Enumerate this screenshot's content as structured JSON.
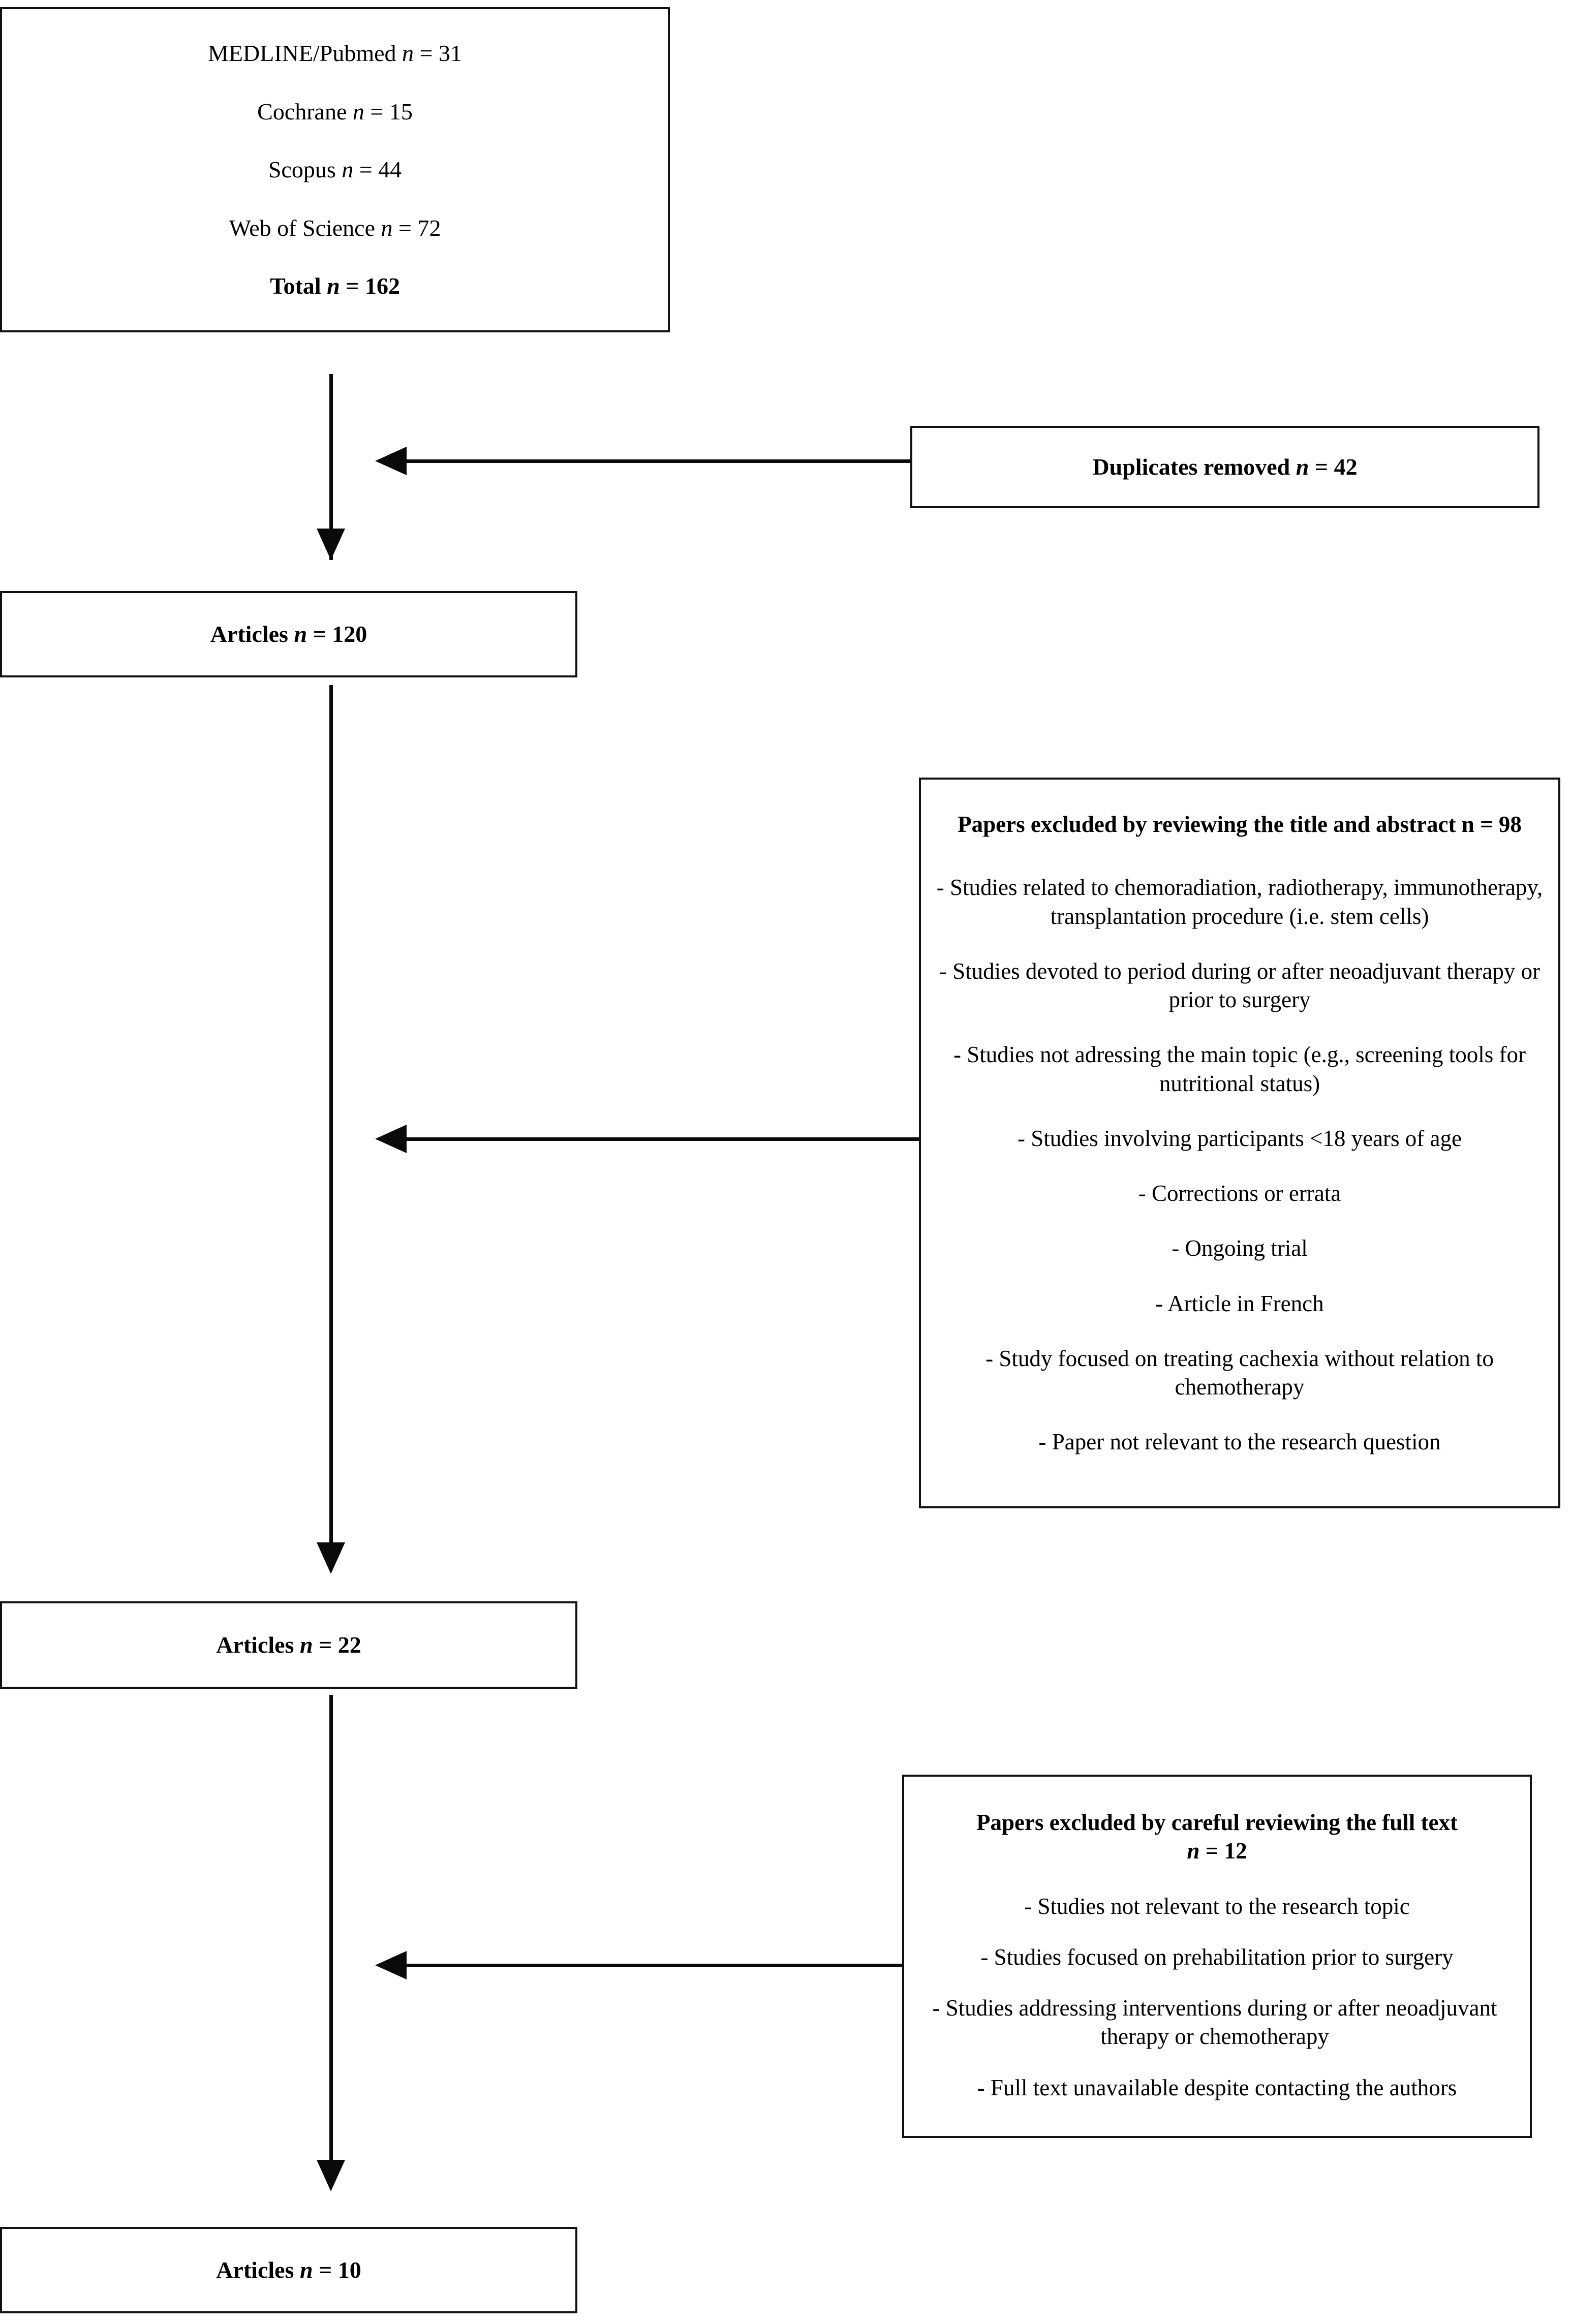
{
  "diagram": {
    "type": "prisma-flow-diagram",
    "n_label": "n",
    "sources_box": {
      "name": "identification-records",
      "lines": [
        {
          "label": "MEDLINE/Pubmed",
          "n": "31",
          "bold": false
        },
        {
          "label": "Cochrane",
          "n": "15",
          "bold": false
        },
        {
          "label": "Scopus",
          "n": "44",
          "bold": false
        },
        {
          "label": "Web of Science",
          "n": "72",
          "bold": false
        },
        {
          "label": "Total",
          "n": "162",
          "bold": true
        }
      ]
    },
    "duplicates_box": {
      "name": "duplicates-removed",
      "label": "Duplicates removed",
      "n": "42"
    },
    "articles_120_box": {
      "name": "articles-after-duplicates",
      "label": "Articles",
      "n": "120"
    },
    "excluded_title_abstract_box": {
      "name": "excluded-title-abstract",
      "header": "Papers excluded by reviewing the title and abstract  n = 98",
      "header_label": "Papers excluded by reviewing the title and abstract",
      "n": "98",
      "items": [
        "- Studies related to chemoradiation, radiotherapy, immunotherapy, transplantation procedure (i.e. stem cells)",
        "- Studies devoted to period during or after neoadjuvant therapy or prior to surgery",
        "- Studies not adressing the main topic (e.g., screening tools for nutritional status)",
        "- Studies involving participants <18 years of age",
        "- Corrections or errata",
        "- Ongoing trial",
        "- Article in French",
        "- Study focused on treating cachexia without relation to chemotherapy",
        "- Paper not relevant to the research question"
      ]
    },
    "articles_22_box": {
      "name": "articles-after-screening",
      "label": "Articles",
      "n": "22"
    },
    "excluded_full_text_box": {
      "name": "excluded-full-text",
      "header_line1": "Papers excluded by careful reviewing the full text",
      "header_n": "12",
      "items": [
        "- Studies not relevant to the research topic",
        "- Studies focused on prehabilitation prior to surgery",
        "- Studies addressing interventions during or after  neoadjuvant therapy or chemotherapy",
        "- Full text unavailable despite contacting the authors"
      ]
    },
    "articles_10_box": {
      "name": "articles-included",
      "label": "Articles",
      "n": "10"
    },
    "connectors": [
      {
        "name": "arrow-sources-to-articles-120",
        "direction": "down"
      },
      {
        "name": "arrow-duplicates-to-flow",
        "direction": "left"
      },
      {
        "name": "arrow-articles-120-to-articles-22",
        "direction": "down"
      },
      {
        "name": "arrow-excluded-title-to-flow",
        "direction": "left"
      },
      {
        "name": "arrow-articles-22-to-articles-10",
        "direction": "down"
      },
      {
        "name": "arrow-excluded-full-to-flow",
        "direction": "left"
      }
    ]
  }
}
